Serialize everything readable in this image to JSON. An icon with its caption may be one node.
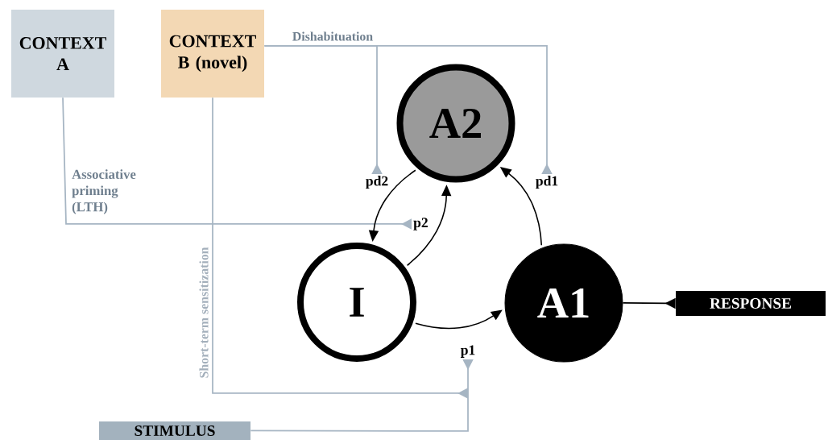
{
  "diagram": {
    "nodes": [
      {
        "text": [
          "CONTEXT A"
        ]
      },
      {
        "text": [
          "CONTEXT B (novel)"
        ]
      },
      {
        "text": [
          "A2"
        ]
      },
      {
        "text": [
          "I"
        ]
      },
      {
        "text": [
          "A1"
        ]
      },
      {
        "text": [
          "RESPONSE"
        ]
      },
      {
        "text": [
          "STIMULUS"
        ]
      },
      {
        "text": [
          "pd2"
        ]
      },
      {
        "text": [
          "pd1"
        ]
      },
      {
        "text": [
          "p2"
        ]
      },
      {
        "text": [
          "p1"
        ]
      }
    ],
    "edges": [
      {
        "from": 1,
        "to": 7,
        "arrow": "other",
        "label": "Dishabituation",
        "color": "#a6b5c3"
      },
      {
        "from": 1,
        "to": 8,
        "arrow": "other",
        "color": "#a6b5c3"
      },
      {
        "from": 0,
        "to": 9,
        "arrow": "other",
        "label": "Associative priming (LTH)",
        "color": "#a6b5c3"
      },
      {
        "from": 1,
        "to": null,
        "arrow": "other",
        "label": "Short-term sensitization",
        "color": "#a6b5c3"
      },
      {
        "from": 6,
        "to": 10,
        "arrow": "other",
        "color": "#a6b5c3"
      },
      {
        "from": 2,
        "to": 3,
        "arrow": "to",
        "color": "#000000"
      },
      {
        "from": 3,
        "to": 2,
        "arrow": "to",
        "color": "#000000"
      },
      {
        "from": 3,
        "to": 4,
        "arrow": "to",
        "color": "#000000"
      },
      {
        "from": 4,
        "to": 2,
        "arrow": "to",
        "color": "#000000"
      },
      {
        "from": 4,
        "to": 5,
        "arrow": "other",
        "color": "#000000"
      }
    ]
  }
}
